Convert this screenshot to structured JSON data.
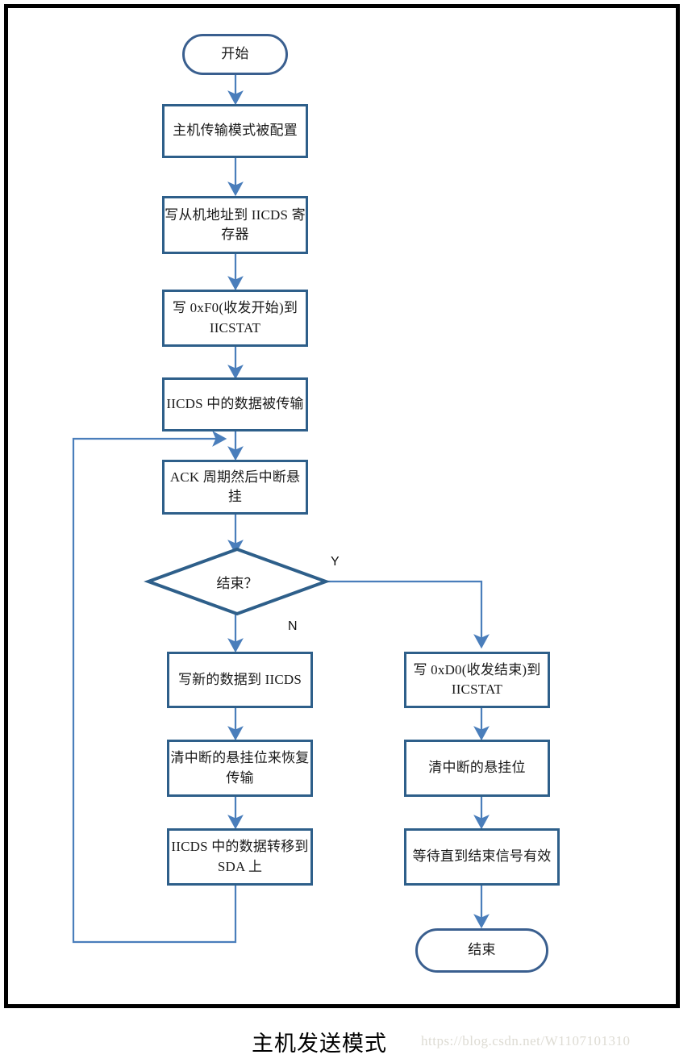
{
  "diagram": {
    "title_caption": "主机发送模式",
    "watermark": "https://blog.csdn.net/W1107101310",
    "colors": {
      "node_border": "#2e5f8a",
      "terminator_border": "#3a5f8f",
      "connector": "#4a7ebb",
      "frame": "#000000",
      "text": "#1a1a1a",
      "watermark": "#dddbd3"
    },
    "nodes": {
      "start": "开始",
      "config_master_tx": "主机传输模式被配置",
      "write_slave_addr": "写从机地址到 IICDS 寄存器",
      "write_f0": "写 0xF0(收发开始)到 IICSTAT",
      "iicds_transferred": "IICDS 中的数据被传输",
      "ack_then_irq": "ACK 周期然后中断悬挂",
      "decision_finish": "结束？",
      "write_new_data": "写新的数据到 IICDS",
      "clear_irq_resume": "清中断的悬挂位来恢复传输",
      "iicds_to_sda": "IICDS 中的数据转移到 SDA 上",
      "write_d0": "写 0xD0(收发结束)到 IICSTAT",
      "clear_irq": "清中断的悬挂位",
      "wait_stop": "等待直到结束信号有效",
      "end": "结束"
    },
    "branches": {
      "yes": "Y",
      "no": "N"
    }
  }
}
